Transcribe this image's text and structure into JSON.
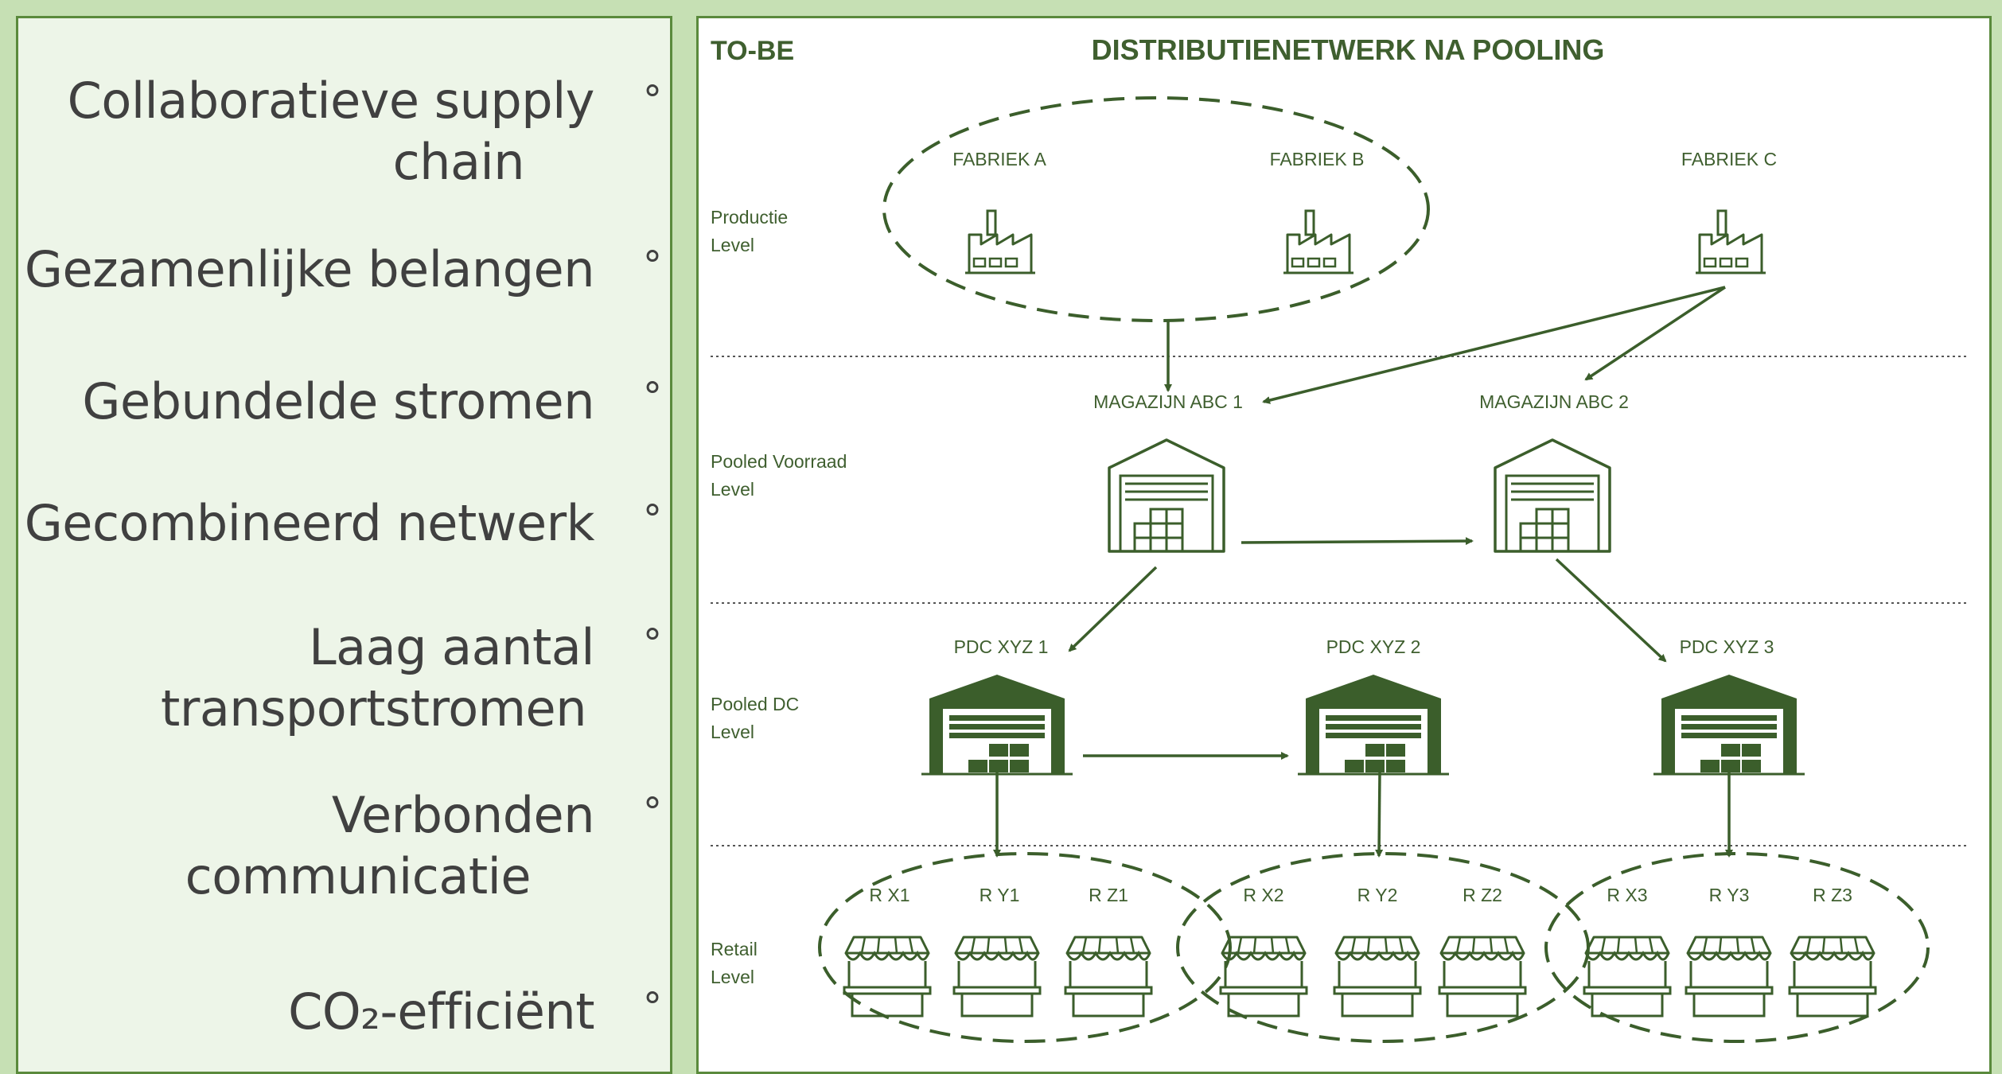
{
  "left_panel": {
    "bullets": [
      {
        "line1": "Collaboratieve supply",
        "line2": "chain"
      },
      {
        "line1": "Gezamenlijke belangen",
        "line2": ""
      },
      {
        "line1": "Gebundelde stromen",
        "line2": ""
      },
      {
        "line1": "Gecombineerd netwerk",
        "line2": ""
      },
      {
        "line1": "Laag aantal",
        "line2": "transportstromen"
      },
      {
        "line1": "Verbonden",
        "line2": "communicatie"
      },
      {
        "line1": "CO₂-efficiënt",
        "line2": ""
      }
    ],
    "bullet_marker": "°"
  },
  "diagram": {
    "tag": "TO-BE",
    "title": "DISTRIBUTIENETWERK NA POOLING",
    "levels": [
      {
        "line1": "Productie",
        "line2": "Level"
      },
      {
        "line1": "Pooled Voorraad",
        "line2": "Level"
      },
      {
        "line1": "Pooled DC",
        "line2": "Level"
      },
      {
        "line1": "Retail",
        "line2": "Level"
      }
    ],
    "factories": [
      "FABRIEK A",
      "FABRIEK B",
      "FABRIEK C"
    ],
    "warehouses": [
      "MAGAZIJN ABC 1",
      "MAGAZIJN ABC 2"
    ],
    "pdcs": [
      "PDC XYZ 1",
      "PDC XYZ 2",
      "PDC XYZ 3"
    ],
    "retailers": [
      "R X1",
      "R Y1",
      "R Z1",
      "R X2",
      "R Y2",
      "R Z2",
      "R X3",
      "R Y3",
      "R Z3"
    ],
    "colors": {
      "accent": "#3b5e2b",
      "panel_bg": "#edf5e8",
      "page_bg": "#c6e0b4",
      "text": "#404040"
    },
    "icons": [
      "factory-icon",
      "warehouse-icon",
      "distribution-center-icon",
      "market-stall-icon"
    ]
  }
}
